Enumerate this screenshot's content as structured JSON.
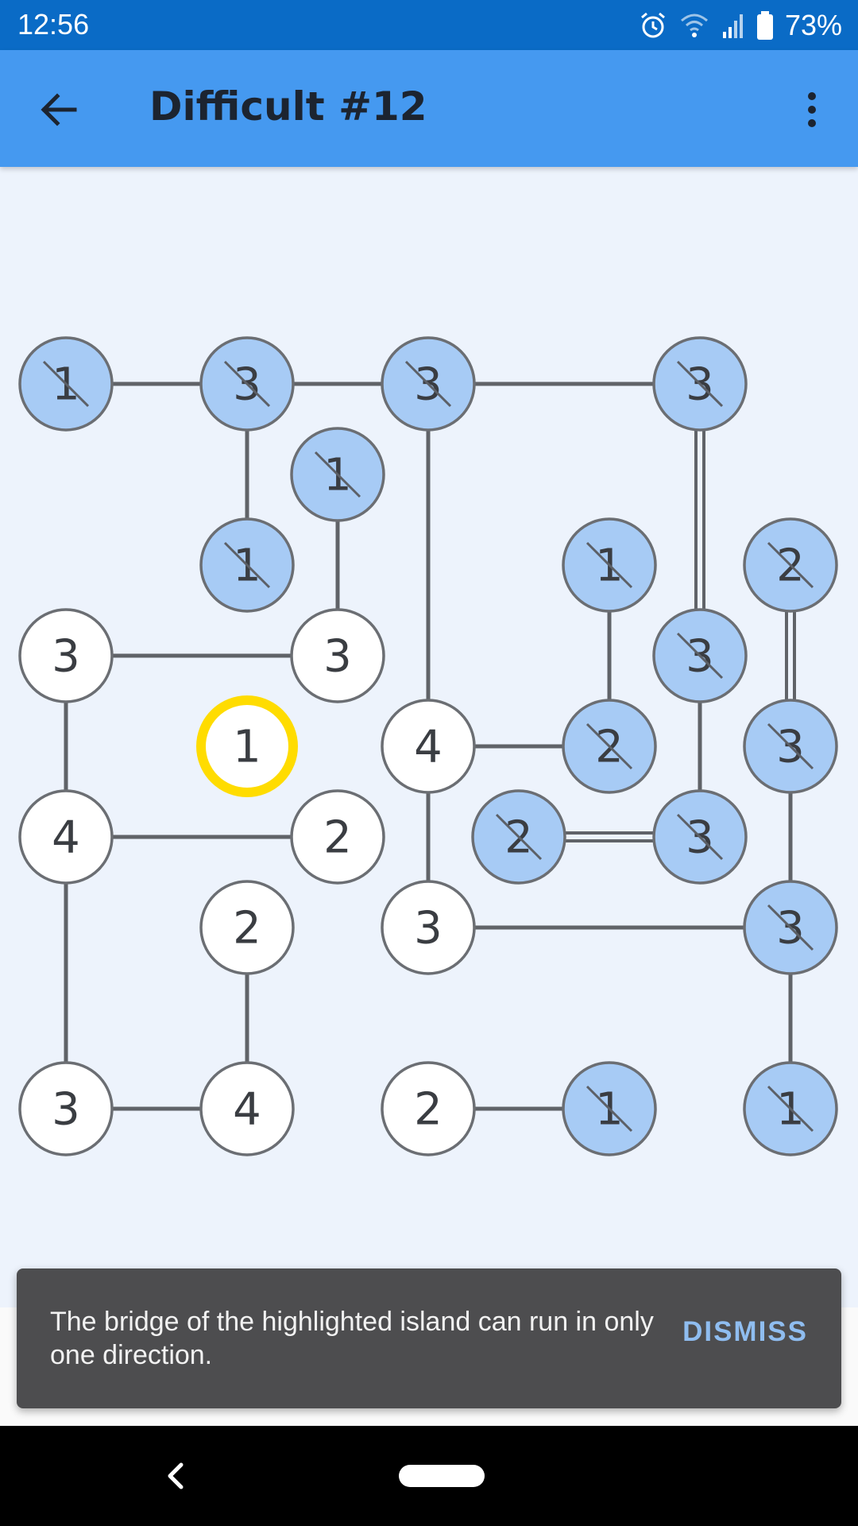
{
  "status_bar": {
    "time": "12:56",
    "battery": "73%",
    "icons": [
      "alarm-icon",
      "wifi-icon",
      "signal-icon",
      "battery-icon"
    ]
  },
  "app_bar": {
    "title": "Difficult #12",
    "back_icon": "arrow-left-icon",
    "menu_icon": "more-vert-icon"
  },
  "board": {
    "colors": {
      "background": "#edf3fc",
      "completed_fill": "#a7cbf5",
      "open_fill": "#ffffff",
      "outline": "#6b6e73",
      "bridge": "#606368",
      "highlight": "#ffdc00"
    },
    "grid": {
      "columns": 9,
      "rows": 9
    },
    "islands": [
      {
        "col": 0,
        "row": 0,
        "value": "1",
        "done": true
      },
      {
        "col": 2,
        "row": 0,
        "value": "3",
        "done": true
      },
      {
        "col": 4,
        "row": 0,
        "value": "3",
        "done": true
      },
      {
        "col": 7,
        "row": 0,
        "value": "3",
        "done": true
      },
      {
        "col": 3,
        "row": 1,
        "value": "1",
        "done": true
      },
      {
        "col": 2,
        "row": 2,
        "value": "1",
        "done": true
      },
      {
        "col": 6,
        "row": 2,
        "value": "1",
        "done": true
      },
      {
        "col": 8,
        "row": 2,
        "value": "2",
        "done": true
      },
      {
        "col": 0,
        "row": 3,
        "value": "3",
        "done": false
      },
      {
        "col": 3,
        "row": 3,
        "value": "3",
        "done": false
      },
      {
        "col": 7,
        "row": 3,
        "value": "3",
        "done": true
      },
      {
        "col": 2,
        "row": 4,
        "value": "1",
        "done": false,
        "highlighted": true
      },
      {
        "col": 4,
        "row": 4,
        "value": "4",
        "done": false
      },
      {
        "col": 6,
        "row": 4,
        "value": "2",
        "done": true
      },
      {
        "col": 8,
        "row": 4,
        "value": "3",
        "done": true
      },
      {
        "col": 0,
        "row": 5,
        "value": "4",
        "done": false
      },
      {
        "col": 3,
        "row": 5,
        "value": "2",
        "done": false
      },
      {
        "col": 5,
        "row": 5,
        "value": "2",
        "done": true
      },
      {
        "col": 7,
        "row": 5,
        "value": "3",
        "done": true
      },
      {
        "col": 2,
        "row": 6,
        "value": "2",
        "done": false
      },
      {
        "col": 4,
        "row": 6,
        "value": "3",
        "done": false
      },
      {
        "col": 8,
        "row": 6,
        "value": "3",
        "done": true
      },
      {
        "col": 0,
        "row": 8,
        "value": "3",
        "done": false
      },
      {
        "col": 2,
        "row": 8,
        "value": "4",
        "done": false
      },
      {
        "col": 4,
        "row": 8,
        "value": "2",
        "done": false
      },
      {
        "col": 6,
        "row": 8,
        "value": "1",
        "done": true
      },
      {
        "col": 8,
        "row": 8,
        "value": "1",
        "done": true
      }
    ],
    "bridges": [
      {
        "from": [
          0,
          0
        ],
        "to": [
          2,
          0
        ],
        "count": 1
      },
      {
        "from": [
          2,
          0
        ],
        "to": [
          4,
          0
        ],
        "count": 1
      },
      {
        "from": [
          4,
          0
        ],
        "to": [
          7,
          0
        ],
        "count": 1
      },
      {
        "from": [
          2,
          0
        ],
        "to": [
          2,
          2
        ],
        "count": 1
      },
      {
        "from": [
          4,
          0
        ],
        "to": [
          4,
          4
        ],
        "count": 1
      },
      {
        "from": [
          7,
          0
        ],
        "to": [
          7,
          3
        ],
        "count": 2
      },
      {
        "from": [
          3,
          1
        ],
        "to": [
          3,
          3
        ],
        "count": 1
      },
      {
        "from": [
          6,
          2
        ],
        "to": [
          6,
          4
        ],
        "count": 1
      },
      {
        "from": [
          8,
          2
        ],
        "to": [
          8,
          4
        ],
        "count": 2
      },
      {
        "from": [
          0,
          3
        ],
        "to": [
          3,
          3
        ],
        "count": 1
      },
      {
        "from": [
          0,
          3
        ],
        "to": [
          0,
          5
        ],
        "count": 1
      },
      {
        "from": [
          7,
          3
        ],
        "to": [
          7,
          5
        ],
        "count": 1
      },
      {
        "from": [
          4,
          4
        ],
        "to": [
          6,
          4
        ],
        "count": 1
      },
      {
        "from": [
          4,
          4
        ],
        "to": [
          4,
          6
        ],
        "count": 1
      },
      {
        "from": [
          8,
          4
        ],
        "to": [
          8,
          6
        ],
        "count": 1
      },
      {
        "from": [
          0,
          5
        ],
        "to": [
          3,
          5
        ],
        "count": 1
      },
      {
        "from": [
          0,
          5
        ],
        "to": [
          0,
          8
        ],
        "count": 1
      },
      {
        "from": [
          5,
          5
        ],
        "to": [
          7,
          5
        ],
        "count": 2
      },
      {
        "from": [
          2,
          6
        ],
        "to": [
          2,
          8
        ],
        "count": 1
      },
      {
        "from": [
          4,
          6
        ],
        "to": [
          8,
          6
        ],
        "count": 1
      },
      {
        "from": [
          8,
          6
        ],
        "to": [
          8,
          8
        ],
        "count": 1
      },
      {
        "from": [
          0,
          8
        ],
        "to": [
          2,
          8
        ],
        "count": 1
      },
      {
        "from": [
          4,
          8
        ],
        "to": [
          6,
          8
        ],
        "count": 1
      }
    ]
  },
  "snackbar": {
    "message": "The bridge of the highlighted island can run in only one direction.",
    "action": "DISMISS"
  },
  "nav_bar": {
    "back_icon": "nav-back-icon",
    "home_icon": "nav-home-pill"
  }
}
